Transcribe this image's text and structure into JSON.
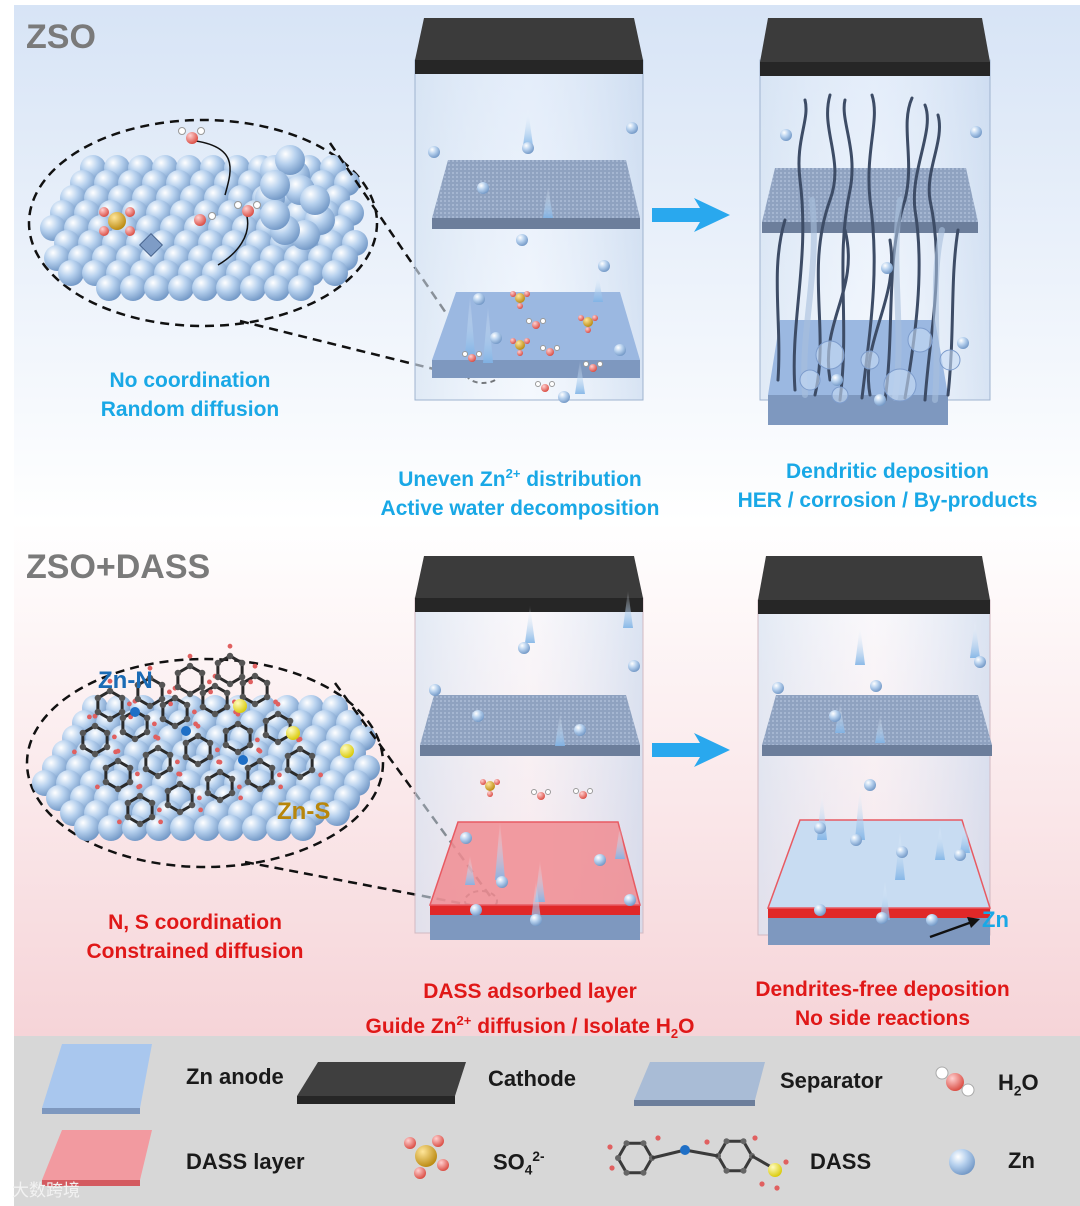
{
  "colors": {
    "top_bg": "#dde8f7",
    "bottom_bg": "#f7d9dc",
    "legend_bg": "#d7d7d7",
    "blue_text": "#19a8e6",
    "red_text": "#e01818",
    "zn_ball": "#a9c8ea",
    "dass_layer": "#f08c92",
    "cathode": "#3b3b3b"
  },
  "panels": {
    "zso": {
      "title": "ZSO",
      "inset_caption": [
        "No coordination",
        "Random diffusion"
      ],
      "cell_caption": {
        "line1": {
          "before": "Uneven Zn",
          "sup": "2+",
          "after": " distribution"
        },
        "line2": "Active water decomposition"
      },
      "result_caption": [
        "Dendritic deposition",
        "HER / corrosion / By-products"
      ]
    },
    "dass": {
      "title": "ZSO+DASS",
      "tag_zn_n": "Zn-N",
      "tag_zn_s": "Zn-S",
      "tag_zn": "Zn",
      "inset_caption": [
        "N, S coordination",
        "Constrained diffusion"
      ],
      "cell_caption": {
        "line1": "DASS adsorbed layer",
        "line2": {
          "a": "Guide Zn",
          "a_sup": "2+",
          "b": " diffusion / Isolate H",
          "b_sub": "2",
          "c": "O"
        }
      },
      "result_caption": [
        "Dendrites-free deposition",
        "No side reactions"
      ]
    }
  },
  "legend": {
    "zn_anode": "Zn anode",
    "cathode": "Cathode",
    "separator": "Separator",
    "h2o": {
      "a": "H",
      "sub": "2",
      "b": "O"
    },
    "dass_layer": "DASS layer",
    "so4": {
      "a": "SO",
      "sub": "4",
      "sup": "2-"
    },
    "dass": "DASS",
    "zn": "Zn"
  },
  "watermark": "大数跨境"
}
